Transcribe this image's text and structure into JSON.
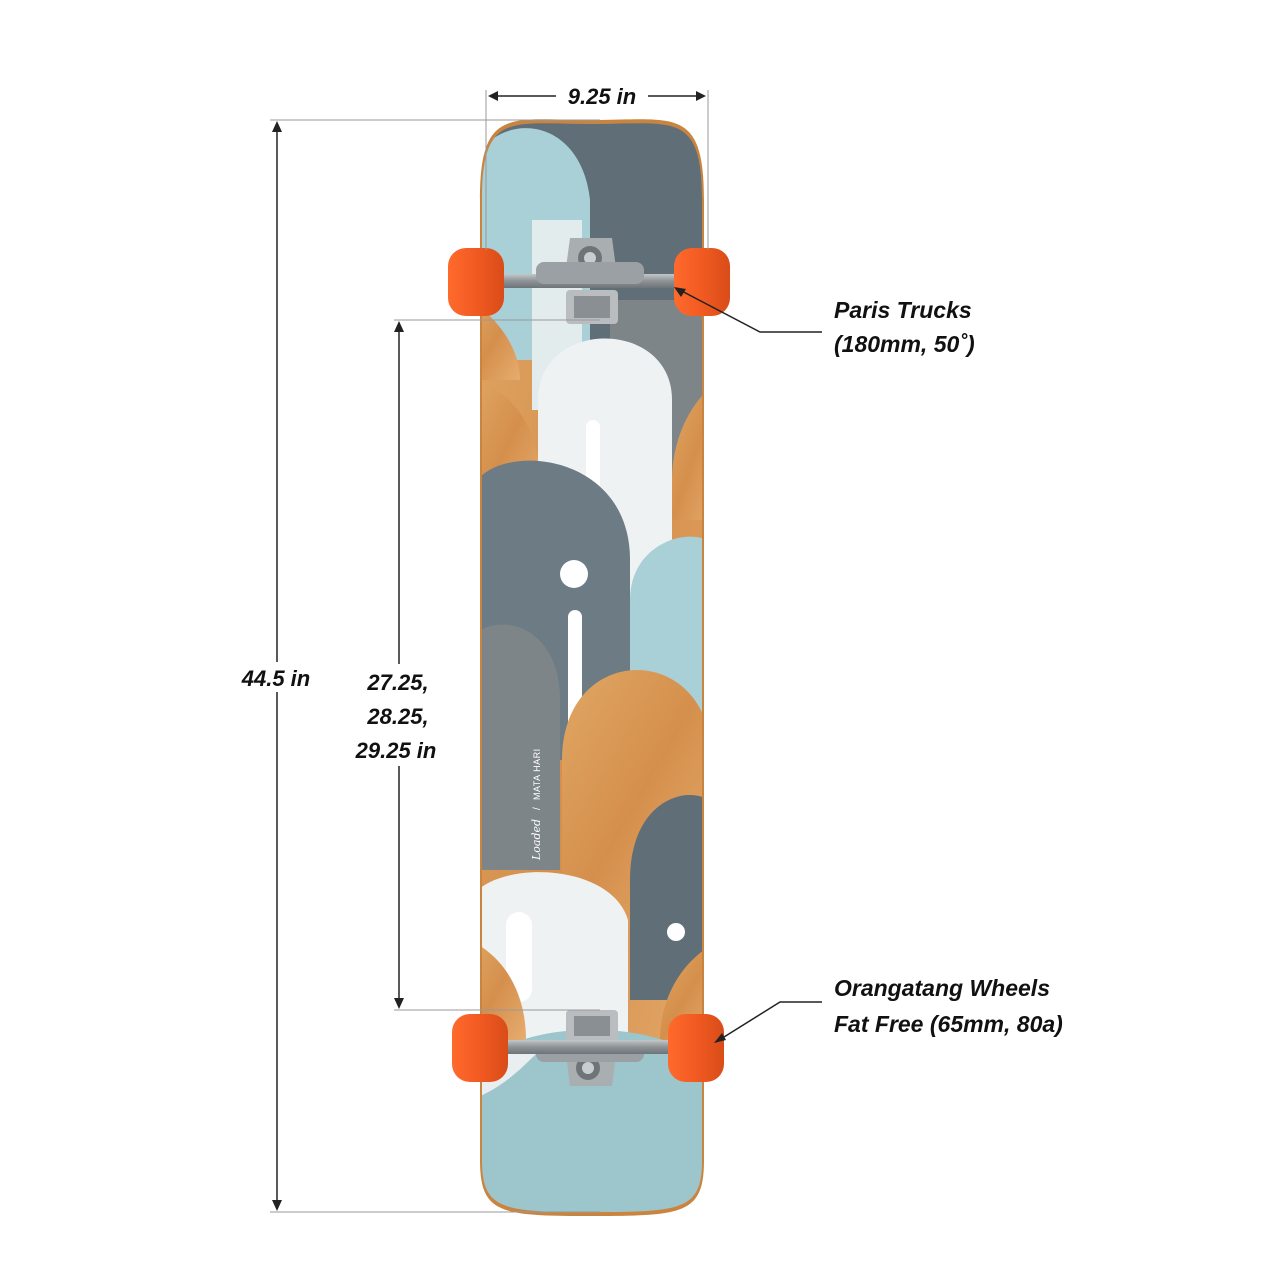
{
  "dimensions": {
    "width": "9.25 in",
    "length": "44.5 in",
    "wheelbase_lines": [
      "27.25,",
      "28.25,",
      "29.25 in"
    ]
  },
  "callouts": {
    "trucks": {
      "line1": "Paris Trucks",
      "line2": "(180mm, 50˚)"
    },
    "wheels": {
      "line1": "Orangatang Wheels",
      "line2": "Fat Free (65mm, 80a)"
    }
  },
  "deck": {
    "brand": "Loaded",
    "model": "MATA HARI",
    "separator": "/"
  },
  "colors": {
    "slate": "#5f6e77",
    "grey": "#7d8589",
    "light_blue": "#a9d0d6",
    "white": "#eef2f2",
    "bamboo": "#d99a5b",
    "bamboo_dark": "#c9843f",
    "wheel": "#f15a22",
    "truck": "#9ea3a6"
  }
}
